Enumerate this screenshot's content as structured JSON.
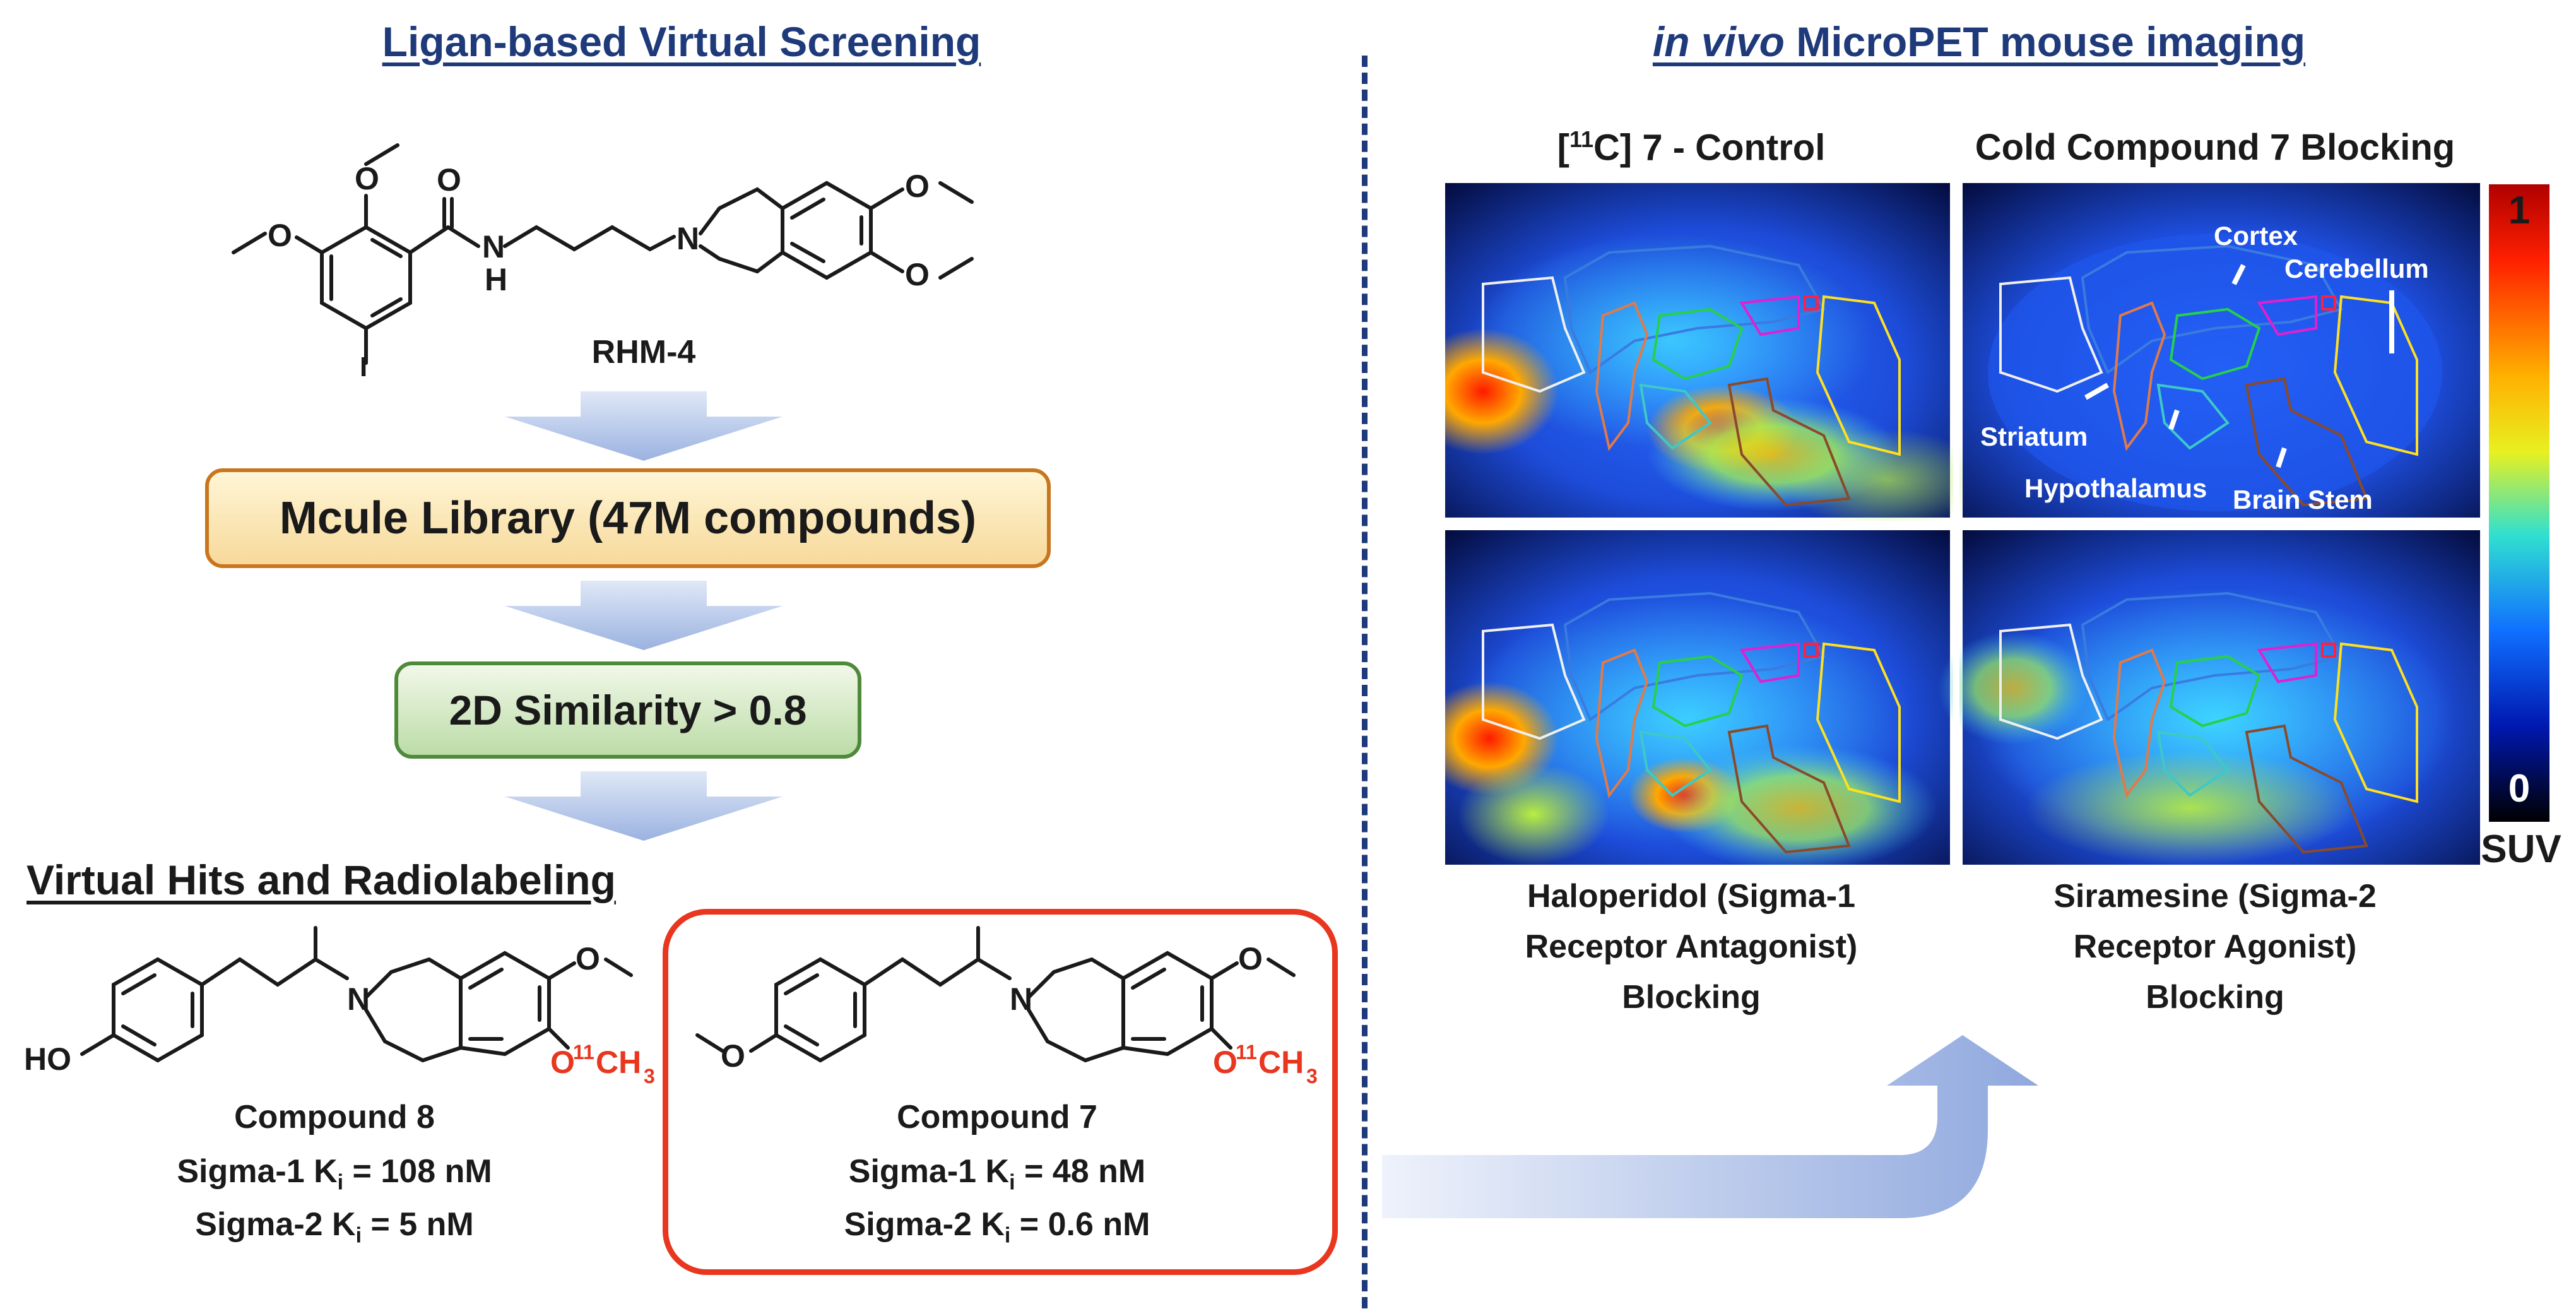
{
  "left": {
    "title": "Ligan-based Virtual Screening",
    "rhm4_label": "RHM-4",
    "library_box": "Mcule Library (47M compounds)",
    "similarity_box": "2D Similarity > 0.8",
    "hits_title": "Virtual Hits and Radiolabeling",
    "compound8": {
      "name": "Compound 8",
      "sigma1_prefix": "Sigma-1 K",
      "sigma1_value": " = 108 nM",
      "sigma2_prefix": "Sigma-2 K",
      "sigma2_value": " = 5 nM"
    },
    "compound7": {
      "name": "Compound 7",
      "sigma1_prefix": "Sigma-1 K",
      "sigma1_value": " = 48 nM",
      "sigma2_prefix": "Sigma-2 K",
      "sigma2_value": " = 0.6 nM"
    },
    "atoms": {
      "oxygen": "O",
      "nitrogen": "N",
      "hydrogen": "H",
      "iodine": "I",
      "hydroxyl": "HO",
      "label11": "11",
      "methyl_c": "CH",
      "methyl_sub": "3",
      "subscript_i": "i"
    }
  },
  "right": {
    "title_italic": "in vivo",
    "title_rest": " MicroPET mouse imaging",
    "panel_tl_title_pre": "[",
    "panel_tl_title_sup": "11",
    "panel_tl_title_post": "C] 7 - Control",
    "panel_tr_title": "Cold Compound 7 Blocking",
    "regions": {
      "cortex": "Cortex",
      "cerebellum": "Cerebellum",
      "striatum": "Striatum",
      "hypothalamus": "Hypothalamus",
      "brain_stem": "Brain Stem"
    },
    "caption_haloperidol": [
      "Haloperidol (Sigma-1",
      "Receptor Antagonist)",
      "Blocking"
    ],
    "caption_siramesine": [
      "Siramesine (Sigma-2",
      "Receptor Agonist)",
      "Blocking"
    ],
    "colorbar": {
      "max": "1",
      "min": "0",
      "label": "SUV"
    }
  },
  "colors": {
    "heading_blue": "#1f3a7a",
    "highlight_red": "#e8361f",
    "arrow_blue": "#9bb2e0",
    "library_border": "#c8761e",
    "similarity_border": "#4f8a3b"
  }
}
